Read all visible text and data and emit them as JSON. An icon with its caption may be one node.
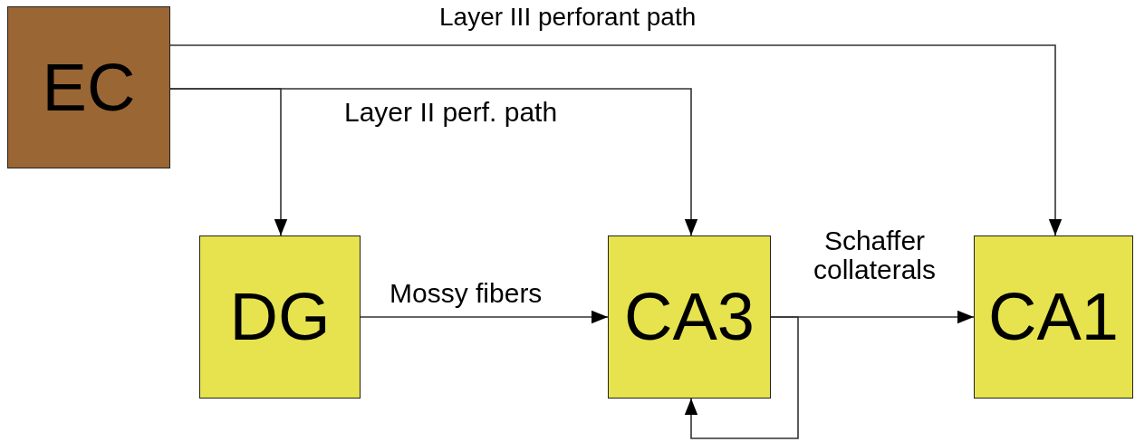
{
  "diagram": {
    "nodes": [
      {
        "text": [
          "EC"
        ]
      },
      {
        "text": [
          "DG"
        ]
      },
      {
        "text": [
          "CA3"
        ]
      },
      {
        "text": [
          "CA1"
        ]
      }
    ],
    "edges": [
      {
        "from": 0,
        "to": 3,
        "arrow": "to",
        "label": "Layer III perforant path"
      },
      {
        "from": 0,
        "to": 1,
        "arrow": "to"
      },
      {
        "from": 0,
        "to": 2,
        "arrow": "to",
        "label": "Layer II perf. path"
      },
      {
        "from": 1,
        "to": 2,
        "arrow": "to",
        "label": "Mossy fibers"
      },
      {
        "from": 2,
        "to": 3,
        "arrow": "to",
        "label": "Schaffer collaterals"
      },
      {
        "from": 2,
        "to": 2,
        "arrow": "to"
      }
    ]
  }
}
